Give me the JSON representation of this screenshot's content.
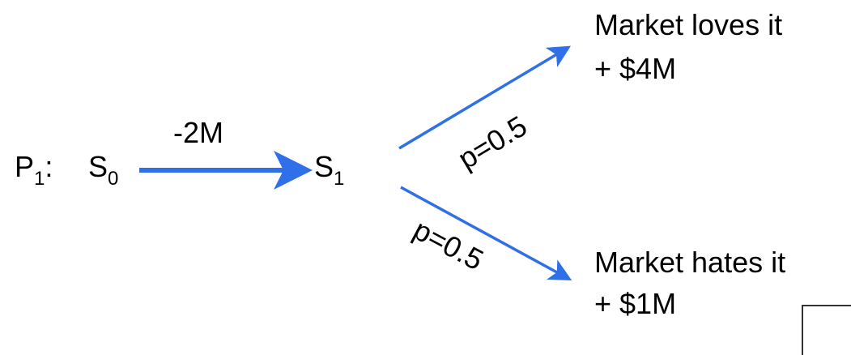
{
  "diagram": {
    "process_label": {
      "main": "P",
      "sub": "1",
      "suffix": ":"
    },
    "start_state": {
      "main": "S",
      "sub": "0"
    },
    "mid_state": {
      "main": "S",
      "sub": "1"
    },
    "first_transition_cost": "-2M",
    "upper_branch": {
      "probability": "p=0.5",
      "outcome": "Market loves it",
      "payoff": "+ $4M"
    },
    "lower_branch": {
      "probability": "p=0.5",
      "outcome": "Market hates it",
      "payoff": "+ $1M"
    },
    "colors": {
      "arrow": "#2f6fe8",
      "text": "#000000"
    }
  }
}
